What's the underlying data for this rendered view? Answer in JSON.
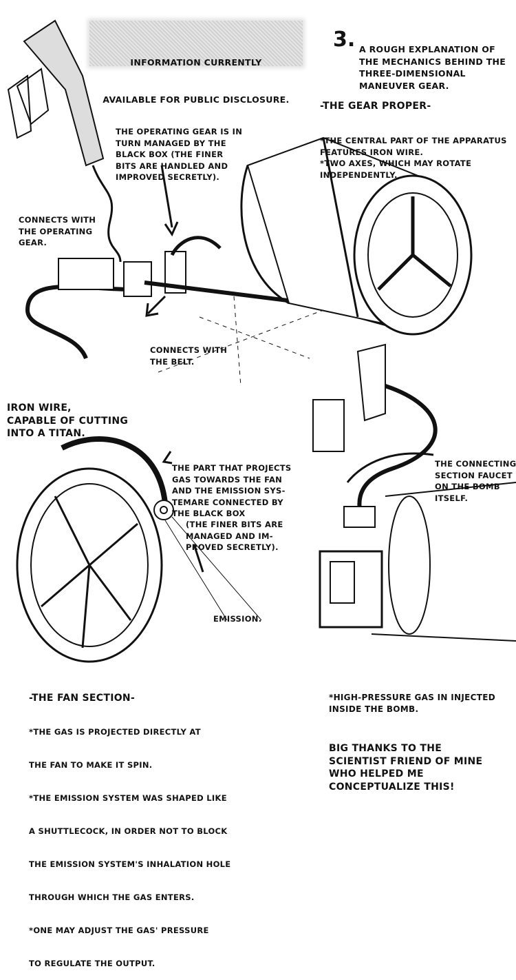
{
  "disclosure": [
    "INFORMATION CURRENTLY",
    "AVAILABLE FOR PUBLIC DISCLOSURE."
  ],
  "section_number": "3.",
  "title": [
    "A ROUGH EXPLANATION OF",
    "THE MECHANICS BEHIND THE",
    "THREE-DIMENSIONAL",
    "MANEUVER GEAR."
  ],
  "gear_proper": {
    "heading": "-THE GEAR PROPER-",
    "lines": [
      "*THE CENTRAL PART OF THE APPARATUS",
      "FEATURES IRON WIRE.",
      "*TWO AXES, WHICH MAY ROTATE",
      "INDEPENDENTLY."
    ]
  },
  "operating_gear_note": [
    "THE OPERATING GEAR IS IN",
    "TURN MANAGED BY THE",
    "BLACK BOX (THE FINER",
    "BITS ARE HANDLED AND",
    "IMPROVED SECRETLY)."
  ],
  "connects_operating": [
    "CONNECTS WITH",
    "THE OPERATING",
    "GEAR."
  ],
  "connects_belt": [
    "CONNECTS WITH",
    "THE BELT."
  ],
  "iron_wire": [
    "IRON WIRE,",
    "CAPABLE OF CUTTING",
    "INTO A TITAN."
  ],
  "faucet": [
    "THE CONNECTING",
    "SECTION FAUCET",
    "ON THE BOMB",
    "ITSELF."
  ],
  "projects_note": [
    "THE PART THAT PROJECTS",
    "GAS TOWARDS THE FAN",
    "AND THE EMISSION SYS-",
    "TEMARE CONNECTED BY",
    "THE BLACK BOX"
  ],
  "projects_note_sub": [
    "(THE FINER BITS ARE",
    "MANAGED AND IM-",
    "PROVED SECRETLY)."
  ],
  "emission": "EMISSION.",
  "fan_section": {
    "heading": "-THE FAN SECTION-",
    "lines": [
      "*THE GAS IS PROJECTED DIRECTLY AT",
      "THE FAN TO MAKE IT SPIN.",
      "*THE EMISSION SYSTEM WAS SHAPED LIKE",
      "A SHUTTLECOCK, IN ORDER NOT TO BLOCK",
      "THE EMISSION SYSTEM'S INHALATION HOLE",
      "THROUGH WHICH THE GAS ENTERS.",
      "*ONE MAY ADJUST THE GAS' PRESSURE",
      "TO REGULATE THE OUTPUT."
    ]
  },
  "high_pressure": [
    "*HIGH-PRESSURE GAS IN INJECTED",
    "INSIDE THE BOMB."
  ],
  "thanks": [
    "BIG THANKS TO THE",
    "SCIENTIST FRIEND OF MINE",
    "WHO HELPED ME",
    "CONCEPTUALIZE THIS!"
  ]
}
